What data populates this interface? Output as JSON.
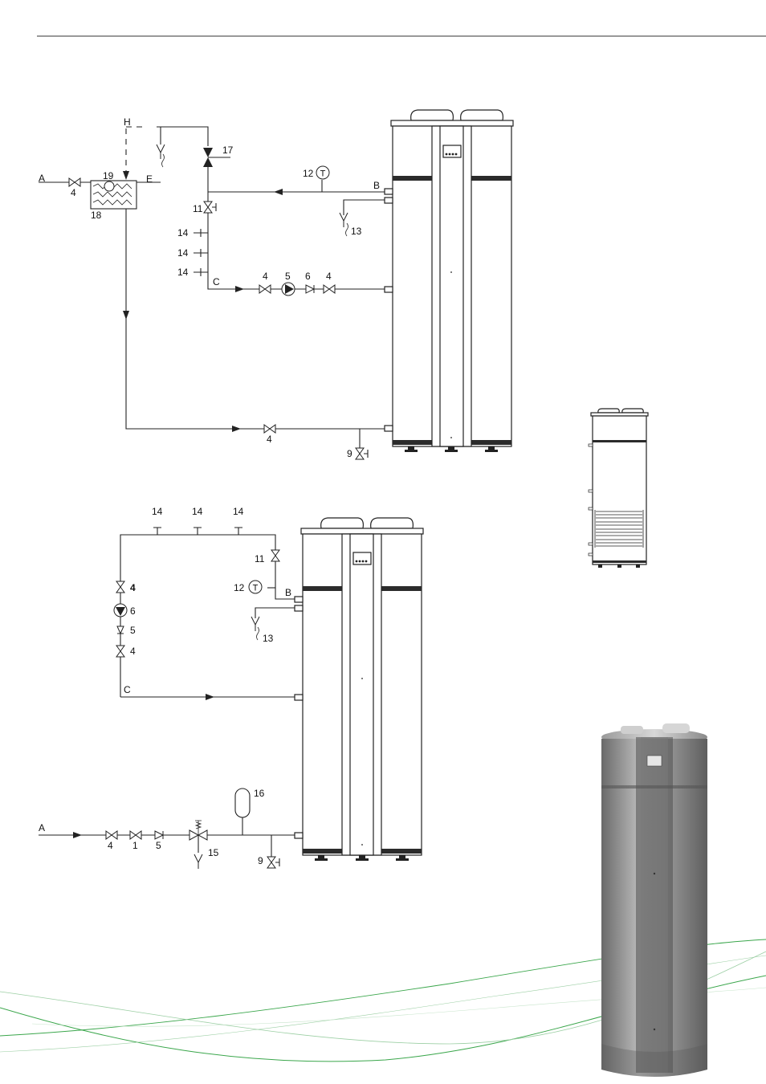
{
  "diagram_top": {
    "labels": {
      "A": "A",
      "B": "B",
      "C": "C",
      "E": "E",
      "H": "H",
      "n4_inlet": "4",
      "n18": "18",
      "n19": "19",
      "n17": "17",
      "n11": "11",
      "n12": "12",
      "n13": "13",
      "n14a": "14",
      "n14b": "14",
      "n14c": "14",
      "n4a": "4",
      "n5": "5",
      "n6": "6",
      "n4b": "4",
      "n4c": "4",
      "n9": "9",
      "sensor_symbol": "T"
    }
  },
  "diagram_bottom": {
    "labels": {
      "A": "A",
      "B": "B",
      "C": "C",
      "n14a": "14",
      "n14b": "14",
      "n14c": "14",
      "n11": "11",
      "n12": "12",
      "n13": "13",
      "n4a": "4",
      "n6": "6",
      "n5": "5",
      "n4b": "4",
      "n4c": "4",
      "n1": "1",
      "n5b": "5",
      "n15": "15",
      "n16": "16",
      "n9": "9",
      "sensor_symbol": "T"
    }
  },
  "colors": {
    "line": "#222222",
    "tank_band": "#2b2b2b",
    "wave_green": "#3aa64b",
    "wave_light": "#9ccfa4",
    "product_grey": "#8a8a8a"
  }
}
